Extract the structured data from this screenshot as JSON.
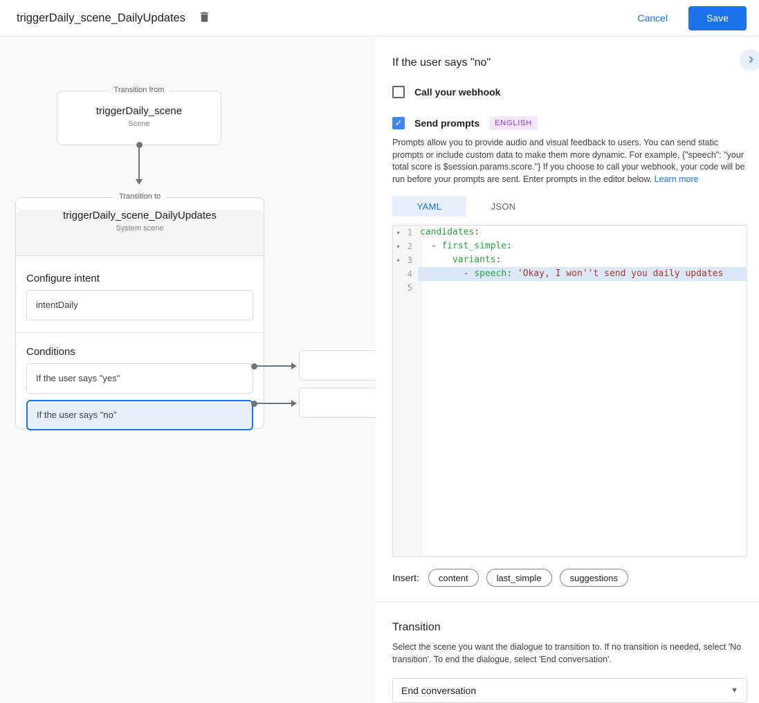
{
  "header": {
    "title": "triggerDaily_scene_DailyUpdates",
    "cancel_label": "Cancel",
    "save_label": "Save"
  },
  "canvas": {
    "from_node": {
      "legend": "Transition from",
      "name": "triggerDaily_scene",
      "type": "Scene"
    },
    "to_node": {
      "legend": "Transition to",
      "name": "triggerDaily_scene_DailyUpdates",
      "type": "System scene",
      "configure_intent": {
        "label": "Configure intent",
        "value": "intentDaily"
      },
      "conditions": {
        "label": "Conditions",
        "items": [
          {
            "label": "If the user says \"yes\"",
            "selected": false
          },
          {
            "label": "If the user says \"no\"",
            "selected": true
          }
        ]
      }
    }
  },
  "panel": {
    "title": "If the user says \"no\"",
    "webhook": {
      "label": "Call your webhook",
      "checked": false
    },
    "prompts": {
      "label": "Send prompts",
      "checked": true,
      "language_badge": "ENGLISH",
      "check_glyph": "✓"
    },
    "description": "Prompts allow you to provide audio and visual feedback to users. You can send static prompts or include custom data to make them more dynamic. For example, {\"speech\": \"your total score is $session.params.score.\"} If you choose to call your webhook, your code will be run before your prompts are sent. Enter prompts in the editor below. ",
    "learn_more_label": "Learn more",
    "editor": {
      "tabs": [
        {
          "label": "YAML",
          "active": true
        },
        {
          "label": "JSON",
          "active": false
        }
      ],
      "lines": [
        {
          "n": 1,
          "fold": true,
          "highlight": false,
          "tokens": [
            [
              "key",
              "candidates"
            ],
            [
              "plain",
              ":"
            ]
          ]
        },
        {
          "n": 2,
          "fold": true,
          "highlight": false,
          "tokens": [
            [
              "plain",
              "  - "
            ],
            [
              "key",
              "first_simple"
            ],
            [
              "plain",
              ":"
            ]
          ]
        },
        {
          "n": 3,
          "fold": true,
          "highlight": false,
          "tokens": [
            [
              "plain",
              "      "
            ],
            [
              "key",
              "variants"
            ],
            [
              "plain",
              ":"
            ]
          ]
        },
        {
          "n": 4,
          "fold": false,
          "highlight": true,
          "tokens": [
            [
              "plain",
              "        - "
            ],
            [
              "key",
              "speech"
            ],
            [
              "plain",
              ": "
            ],
            [
              "str",
              "'Okay, I won''t send you daily updates"
            ]
          ]
        },
        {
          "n": 5,
          "fold": false,
          "highlight": false,
          "tokens": []
        }
      ]
    },
    "insert": {
      "label": "Insert:",
      "chips": [
        "content",
        "last_simple",
        "suggestions"
      ]
    },
    "transition": {
      "title": "Transition",
      "description": "Select the scene you want the dialogue to transition to. If no transition is needed, select 'No transition'. To end the dialogue, select 'End conversation'.",
      "selected_value": "End conversation"
    }
  },
  "colors": {
    "accent": "#1a73e8",
    "selected_bg": "#e8f0fe",
    "checkbox_checked": "#4285f4",
    "badge_bg": "#f3e8fd",
    "badge_text": "#9334e6",
    "code_key": "#2d9f3f",
    "code_string": "#a6362d",
    "active_line_bg": "#dce8f8"
  }
}
